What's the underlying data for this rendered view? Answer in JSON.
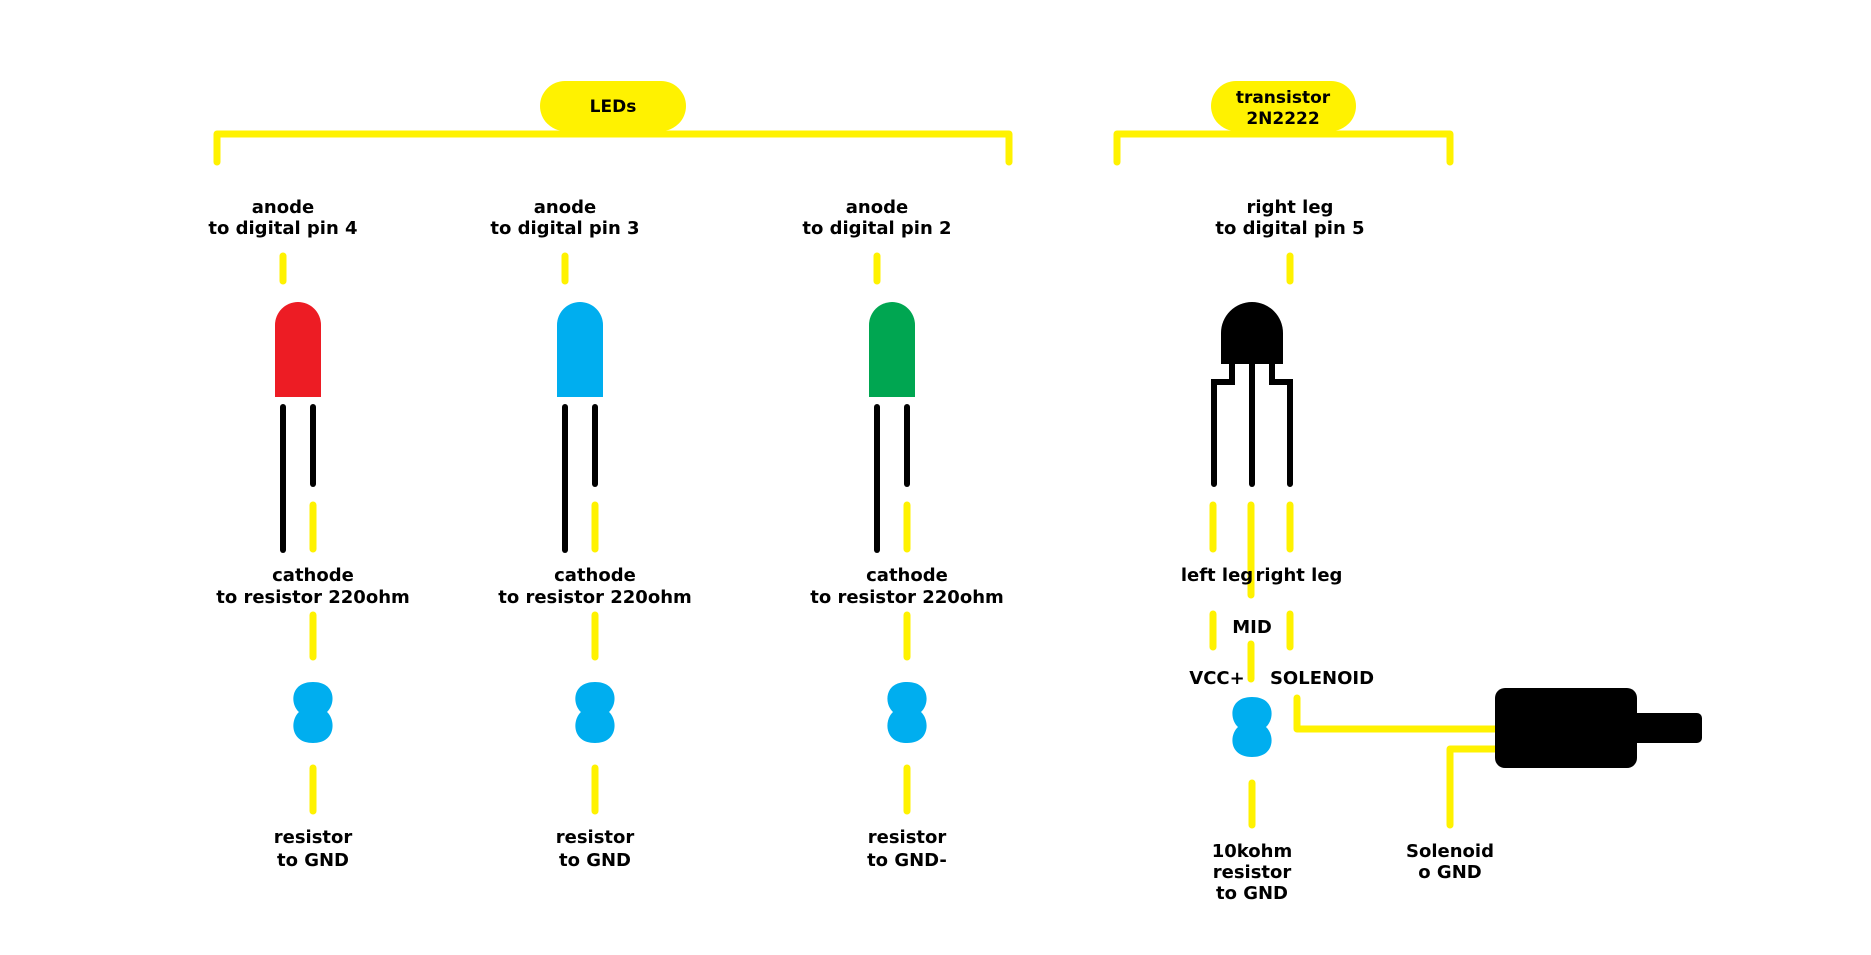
{
  "colors": {
    "wire": "#fff200",
    "led_red": "#ed1c24",
    "led_blue": "#00aeef",
    "led_green": "#00a651",
    "resistor": "#00aeef",
    "component_black": "#000000"
  },
  "groups": {
    "leds": {
      "title": "LEDs"
    },
    "transistor": {
      "title_line1": "transistor",
      "title_line2": "2N2222"
    }
  },
  "leds": [
    {
      "color_name": "red",
      "anode_line1": "anode",
      "anode_line2": "to digital pin 4",
      "cathode_line1": "cathode",
      "cathode_line2": "to resistor 220ohm",
      "resistor_line1": "resistor",
      "resistor_line2": "to GND"
    },
    {
      "color_name": "blue",
      "anode_line1": "anode",
      "anode_line2": "to digital pin 3",
      "cathode_line1": "cathode",
      "cathode_line2": "to resistor 220ohm",
      "resistor_line1": "resistor",
      "resistor_line2": "to GND"
    },
    {
      "color_name": "green",
      "anode_line1": "anode",
      "anode_line2": "to digital pin 2",
      "cathode_line1": "cathode",
      "cathode_line2": "to resistor 220ohm",
      "resistor_line1": "resistor",
      "resistor_line2": "to GND-"
    }
  ],
  "transistor": {
    "top_line1": "right leg",
    "top_line2": "to digital pin 5",
    "left_leg": "left leg",
    "right_leg": "right leg",
    "mid": "MID",
    "vcc": "VCC+",
    "solenoid": "SOLENOID",
    "resistor_line1": "10kohm",
    "resistor_line2": "resistor",
    "resistor_line3": "to GND"
  },
  "solenoid": {
    "gnd_line1": "Solenoid",
    "gnd_line2": "o GND"
  }
}
